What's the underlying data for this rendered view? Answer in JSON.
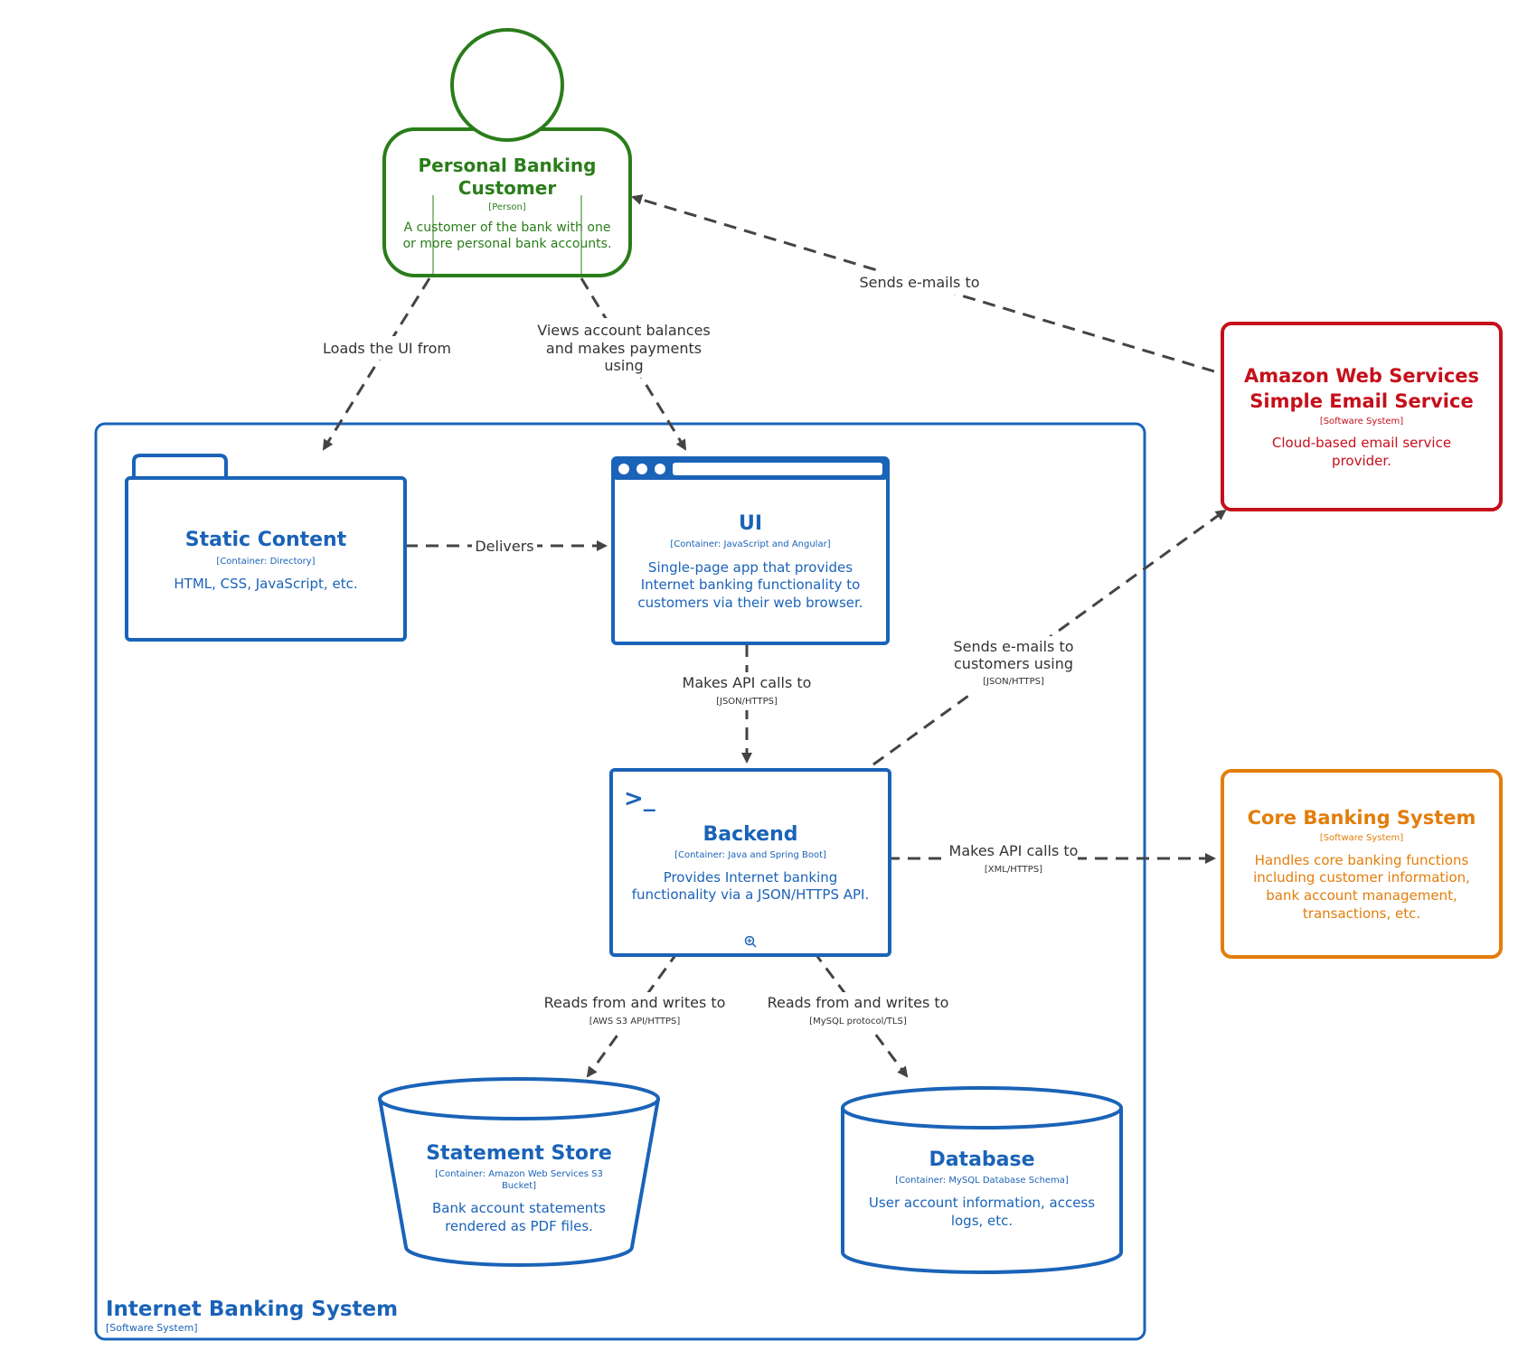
{
  "colors": {
    "person": "#2a7d1a",
    "container": "#1a63b8",
    "aws": "#c5101b",
    "core": "#e37d0b",
    "arrow": "#444444"
  },
  "person": {
    "title_line1": "Personal Banking",
    "title_line2": "Customer",
    "tech": "[Person]",
    "desc_line1": "A customer of the bank with one",
    "desc_line2": "or more personal bank accounts."
  },
  "boundary": {
    "title": "Internet Banking System",
    "tech": "[Software System]"
  },
  "static_content": {
    "title": "Static Content",
    "tech": "[Container: Directory]",
    "desc": "HTML, CSS, JavaScript, etc."
  },
  "ui": {
    "title": "UI",
    "tech": "[Container: JavaScript and Angular]",
    "desc_line1": "Single-page app that provides",
    "desc_line2": "Internet banking functionality to",
    "desc_line3": "customers via their web browser."
  },
  "backend": {
    "prompt": ">_",
    "title": "Backend",
    "tech": "[Container: Java and Spring Boot]",
    "desc_line1": "Provides Internet banking",
    "desc_line2": "functionality via a JSON/HTTPS API."
  },
  "statement_store": {
    "title": "Statement Store",
    "tech_line1": "[Container: Amazon Web Services S3",
    "tech_line2": "Bucket]",
    "desc_line1": "Bank account statements",
    "desc_line2": "rendered as PDF files."
  },
  "database": {
    "title": "Database",
    "tech": "[Container: MySQL Database Schema]",
    "desc_line1": "User account information, access",
    "desc_line2": "logs, etc."
  },
  "aws_ses": {
    "title_line1": "Amazon Web Services",
    "title_line2": "Simple Email Service",
    "tech": "[Software System]",
    "desc_line1": "Cloud-based email service",
    "desc_line2": "provider."
  },
  "core_banking": {
    "title": "Core Banking System",
    "tech": "[Software System]",
    "desc_line1": "Handles core banking functions",
    "desc_line2": "including customer information,",
    "desc_line3": "bank account management,",
    "desc_line4": "transactions, etc."
  },
  "relations": {
    "loads_ui": "Loads the UI from",
    "views_line1": "Views account balances",
    "views_line2": "and makes payments",
    "views_line3": "using",
    "sends_emails": "Sends e-mails to",
    "delivers": "Delivers",
    "api_calls": "Makes API calls to",
    "api_calls_tech": "[JSON/HTTPS]",
    "sends_using_line1": "Sends e-mails to",
    "sends_using_line2": "customers using",
    "sends_using_tech": "[JSON/HTTPS]",
    "core_api_calls": "Makes API calls to",
    "core_api_tech": "[XML/HTTPS]",
    "reads_s3": "Reads from and writes to",
    "reads_s3_tech": "[AWS S3 API/HTTPS]",
    "reads_db": "Reads from and writes to",
    "reads_db_tech": "[MySQL protocol/TLS]"
  }
}
